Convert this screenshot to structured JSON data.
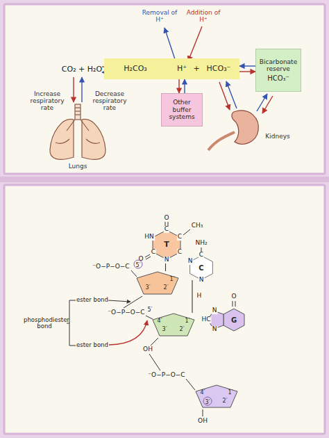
{
  "diagram": {
    "nodes": [
      {
        "text": [
          "H₂CO₃",
          "H⁺",
          "+",
          "HCO₃⁻"
        ]
      },
      {
        "text": [
          "Other buffer systems"
        ]
      },
      {
        "text": [
          "Bicarbonate reserve",
          "HCO₃⁻"
        ]
      },
      {
        "text": [
          "T"
        ]
      },
      {
        "text": [
          "C"
        ]
      },
      {
        "text": [
          "G"
        ]
      },
      {
        "text": [
          "3′",
          "2′",
          "1′"
        ]
      },
      {
        "text": [
          "4′",
          "3′",
          "2′",
          "1′"
        ]
      },
      {
        "text": [
          "4′",
          "3′",
          "2′",
          "1′"
        ]
      }
    ],
    "edges": [
      {
        "from": 0,
        "to": 1,
        "arrow": "both"
      },
      {
        "from": 0,
        "to": 2,
        "arrow": "both"
      },
      {
        "from": 3,
        "to": 6,
        "arrow": "none"
      },
      {
        "from": 4,
        "to": 7,
        "arrow": "none"
      }
    ],
    "labels": [
      "CO₂ + H₂O",
      "Removal of H⁺",
      "Addition of H⁺",
      "Increase respiratory rate",
      "Decrease respiratory rate",
      "Lungs",
      "Kidneys",
      "O",
      "C",
      "CH₃",
      "C",
      "C",
      "N",
      "C",
      "O",
      "HN",
      "NH₂",
      "C",
      "N",
      "N",
      "H",
      "O",
      "N",
      "HC",
      "N",
      "⁻O−P−O−C",
      "5′",
      "⁻O−P−O−C",
      "5′",
      "OH",
      "⁻O−P−O−C",
      "OH",
      "ester bond",
      "ester bond",
      "phosphodiester bond"
    ]
  }
}
